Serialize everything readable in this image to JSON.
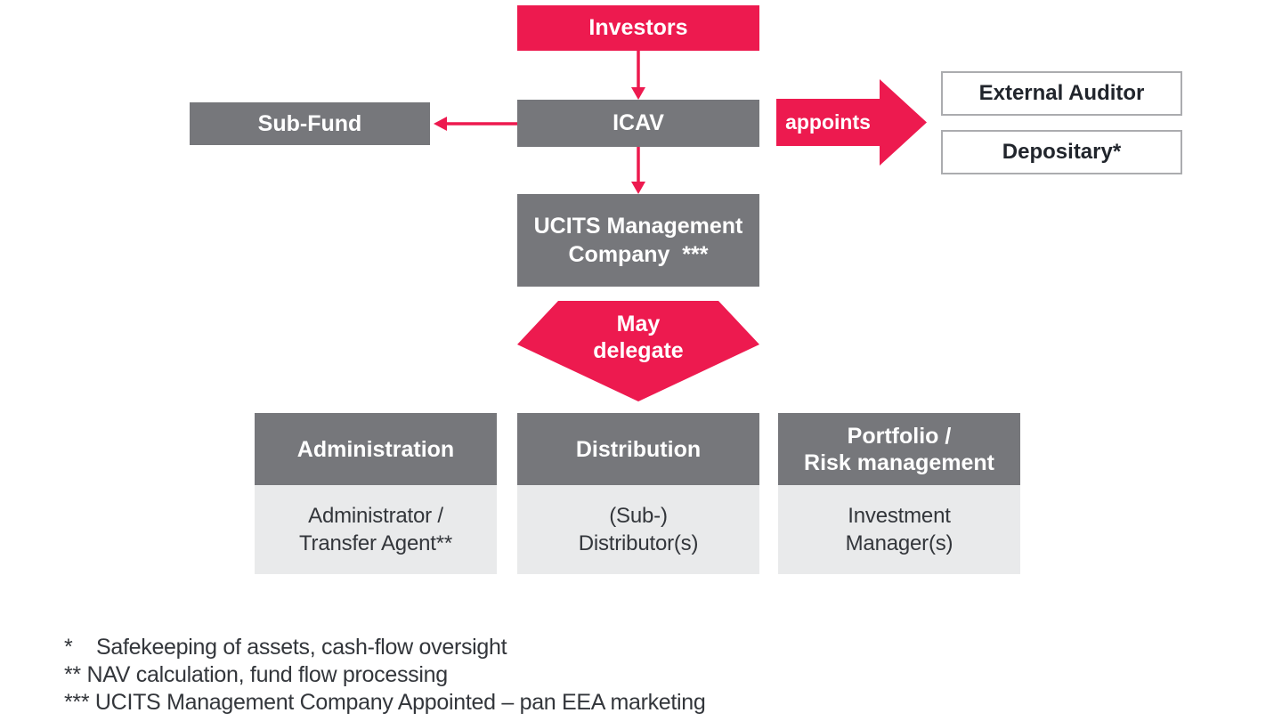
{
  "colors": {
    "accent_pink": "#ED1A4F",
    "box_gray": "#76777B",
    "light_gray": "#E9EAEB",
    "outline_gray": "#ABACAF",
    "text_dark": "#21252C",
    "text_body": "#33363B"
  },
  "nodes": {
    "investors": {
      "label": "Investors"
    },
    "icav": {
      "label": "ICAV"
    },
    "sub_fund": {
      "label": "Sub-Fund"
    },
    "external_auditor": {
      "label": "External Auditor"
    },
    "depositary": {
      "label": "Depositary*"
    },
    "ucits": {
      "line1": "UCITS Management",
      "line2": "Company  ***"
    }
  },
  "arrows": {
    "appoints": {
      "label": "appoints"
    },
    "may_delegate": {
      "line1": "May",
      "line2": "delegate"
    }
  },
  "columns": [
    {
      "header": "Administration",
      "body_line1": "Administrator /",
      "body_line2": "Transfer Agent**"
    },
    {
      "header": "Distribution",
      "body_line1": "(Sub-)",
      "body_line2": "Distributor(s)"
    },
    {
      "header_line1": "Portfolio /",
      "header_line2": "Risk management",
      "body_line1": "Investment",
      "body_line2": "Manager(s)"
    }
  ],
  "footnotes": [
    "*    Safekeeping of assets, cash-flow oversight",
    "** NAV calculation, fund flow processing",
    "*** UCITS Management Company Appointed – pan EEA marketing"
  ]
}
